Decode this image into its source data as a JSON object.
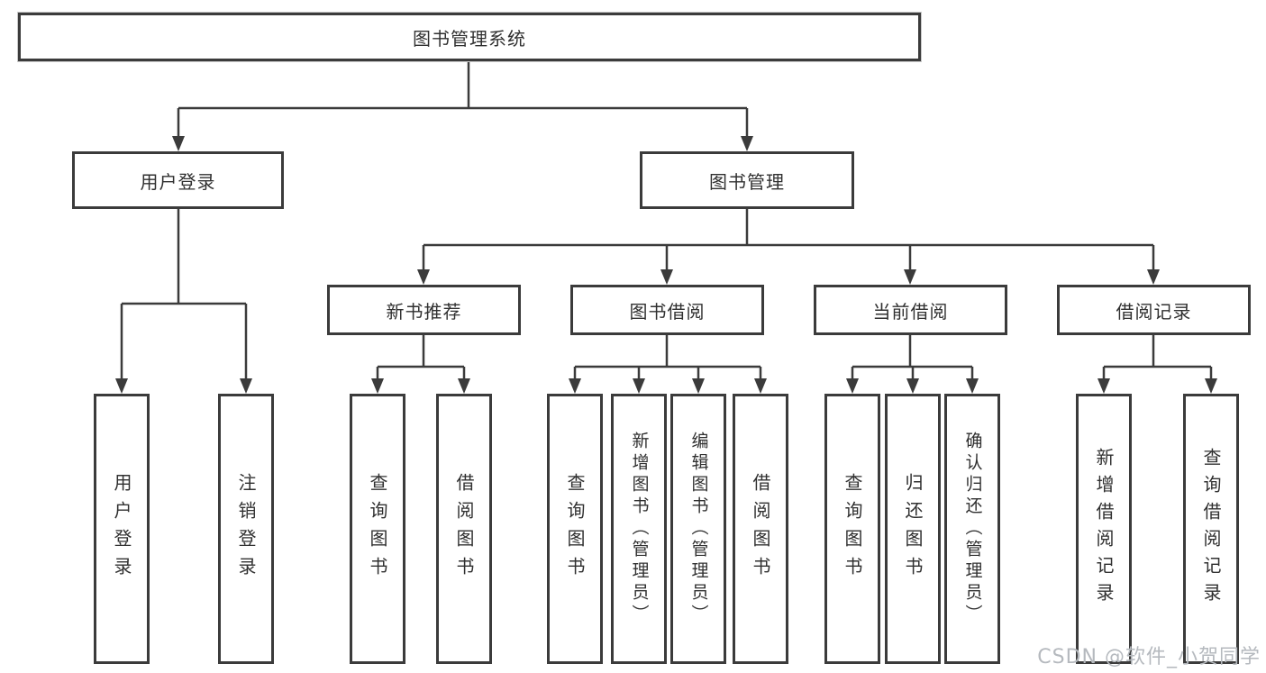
{
  "colors": {
    "line": "#3b3b3b",
    "text": "#303030",
    "watermark": "#b5b9be",
    "box_bg": "#ffffff"
  },
  "watermark": {
    "text": "CSDN @软件_小贺同学"
  },
  "diagram": {
    "type": "tree",
    "root": {
      "label": "图书管理系统"
    },
    "level2": [
      {
        "label": "用户登录"
      },
      {
        "label": "图书管理"
      }
    ],
    "level3": [
      {
        "label": "新书推荐",
        "parent": "图书管理"
      },
      {
        "label": "图书借阅",
        "parent": "图书管理"
      },
      {
        "label": "当前借阅",
        "parent": "图书管理"
      },
      {
        "label": "借阅记录",
        "parent": "图书管理"
      }
    ],
    "leaves": [
      {
        "label": "用户登录",
        "parent": "用户登录"
      },
      {
        "label": "注销登录",
        "parent": "用户登录"
      },
      {
        "label": "查询图书",
        "parent": "新书推荐"
      },
      {
        "label": "借阅图书",
        "parent": "新书推荐"
      },
      {
        "label": "查询图书",
        "parent": "图书借阅"
      },
      {
        "label": "新增图书（管理员）",
        "parent": "图书借阅"
      },
      {
        "label": "编辑图书（管理员）",
        "parent": "图书借阅"
      },
      {
        "label": "借阅图书",
        "parent": "图书借阅"
      },
      {
        "label": "查询图书",
        "parent": "当前借阅"
      },
      {
        "label": "归还图书",
        "parent": "当前借阅"
      },
      {
        "label": "确认归还（管理员）",
        "parent": "当前借阅"
      },
      {
        "label": "新增借阅记录",
        "parent": "借阅记录"
      },
      {
        "label": "查询借阅记录",
        "parent": "借阅记录"
      }
    ]
  }
}
